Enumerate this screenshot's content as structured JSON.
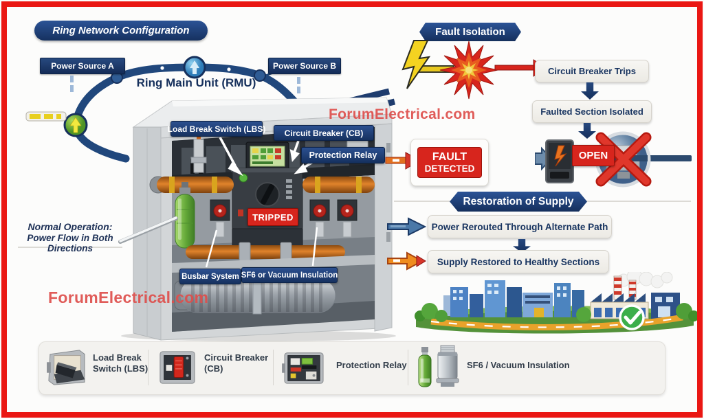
{
  "page": {
    "watermark_top": "ForumElectrical.com",
    "watermark_bottom": "ForumElectrical.com"
  },
  "ring": {
    "title": "Ring Network Configuration",
    "source_a": "Power Source A",
    "source_b": "Power Source B",
    "rmu": "Ring Main Unit (RMU)",
    "normal_op_1": "Normal Operation:",
    "normal_op_2": "Power Flow in Both Directions"
  },
  "cabinet": {
    "lbs": "Load Break Switch (LBS)",
    "cb": "Circuit Breaker (CB)",
    "relay": "Protection Relay",
    "tripped": "TRIPPED",
    "busbar": "Busbar System",
    "sf6": "SF6 or Vacuum Insulation"
  },
  "fault": {
    "title": "Fault Isolation",
    "step1": "Circuit Breaker Trips",
    "step2": "Faulted Section Isolated",
    "detected_1": "FAULT",
    "detected_2": "DETECTED",
    "open": "OPEN"
  },
  "restore": {
    "title": "Restoration of Supply",
    "step1": "Power Rerouted Through Alternate Path",
    "step2": "Supply Restored to Healthy Sections"
  },
  "legend": {
    "item1": "Load Break Switch (LBS)",
    "item2": "Circuit Breaker (CB)",
    "item3": "Protection Relay",
    "item4": "SF6 / Vacuum Insulation"
  },
  "colors": {
    "navy": "#1d3a70",
    "red": "#d7251d",
    "orange": "#e07b1f",
    "green": "#5fae3a",
    "steel_blue": "#4a78a8",
    "frame_red": "#ea1713",
    "watermark_red": "#de4f4c"
  }
}
